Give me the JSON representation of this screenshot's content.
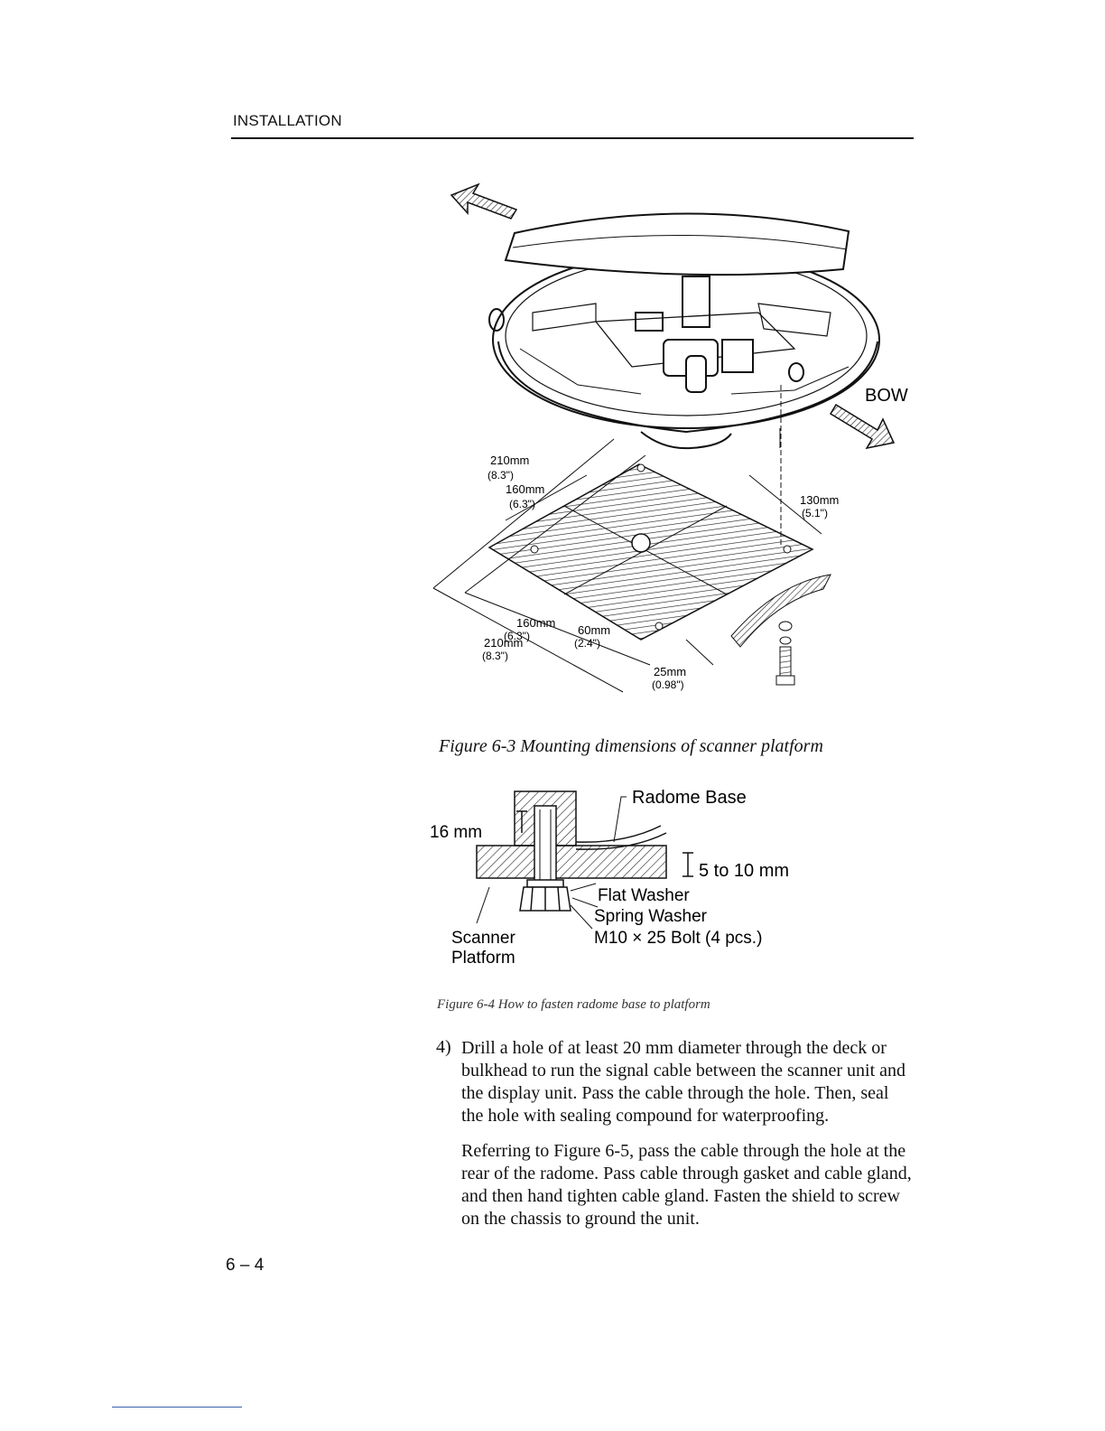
{
  "header": {
    "title": "INSTALLATION"
  },
  "figure_6_3": {
    "bow_label": "BOW",
    "dims": {
      "top_outer": "210mm",
      "top_outer_in": "(8.3\")",
      "top_inner": "160mm",
      "top_inner_in": "(6.3\")",
      "right_height": "130mm",
      "right_height_in": "(5.1\")",
      "bot_inner": "160mm",
      "bot_inner_in": "(6.3\")",
      "bot_outer": "210mm",
      "bot_outer_in": "(8.3\")",
      "mid": "60mm",
      "mid_in": "(2.4\")",
      "edge": "25mm",
      "edge_in": "(0.98\")"
    },
    "caption": "Figure 6-3 Mounting dimensions of scanner platform"
  },
  "figure_6_4": {
    "radome_base": "Radome Base",
    "depth": "16 mm",
    "thickness": "5 to 10 mm",
    "flat_washer": "Flat Washer",
    "spring_washer": "Spring Washer",
    "bolt": "M10 × 25 Bolt (4 pcs.)",
    "scanner": "Scanner",
    "platform": "Platform",
    "caption": "Figure 6-4 How to fasten radome base to platform"
  },
  "body": {
    "step4_number": "4)",
    "step4_text": "Drill a hole of at least 20 mm diameter through the deck or bulkhead to run the signal cable between the scanner unit and the display unit. Pass the cable through the hole. Then, seal the hole with sealing compound for waterproofing.",
    "para2_text": "Referring to Figure 6-5, pass the cable through the hole at the rear of the radome. Pass cable through gasket and cable gland, and then hand tighten cable gland. Fasten the shield to screw on the chassis to ground the unit."
  },
  "footer": {
    "page_number": "6 – 4"
  }
}
